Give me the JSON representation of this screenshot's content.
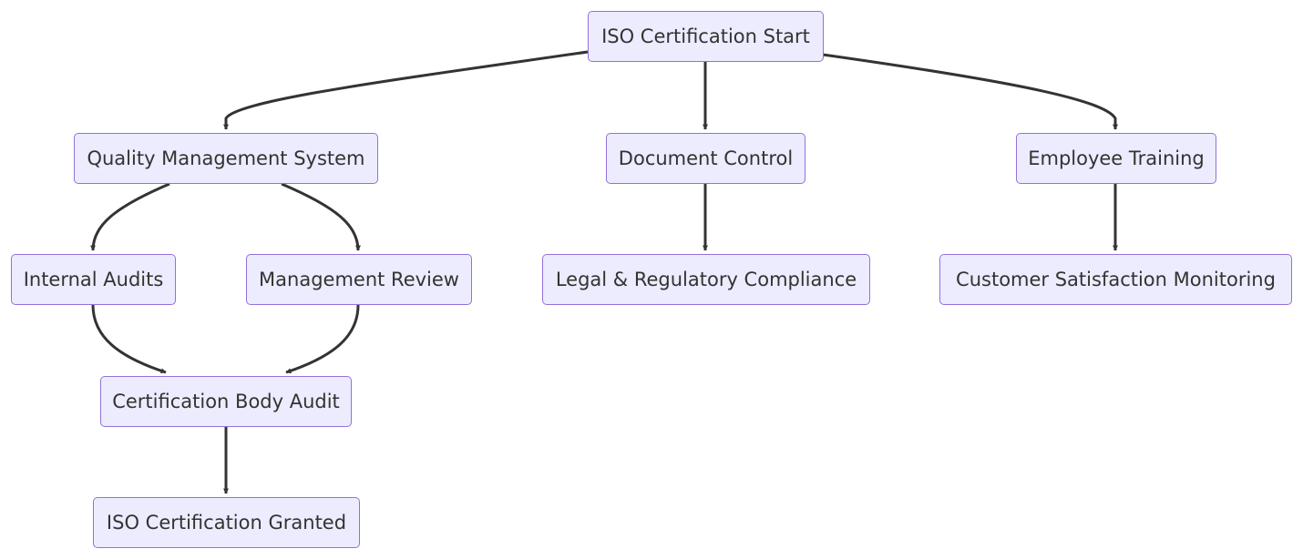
{
  "colors": {
    "node_fill": "#ececfe",
    "node_border": "#9370db",
    "edge": "#333333",
    "text": "#333333"
  },
  "nodes": {
    "iso_start": "ISO Certification Start",
    "qms": "Quality Management System",
    "doc_control": "Document Control",
    "emp_training": "Employee Training",
    "internal_audits": "Internal Audits",
    "mgmt_review": "Management Review",
    "legal": "Legal & Regulatory Compliance",
    "customer_sat": "Customer Satisfaction Monitoring",
    "cert_body_audit": "Certification Body Audit",
    "iso_granted": "ISO Certification Granted"
  },
  "edges": [
    {
      "from": "iso_start",
      "to": "qms"
    },
    {
      "from": "iso_start",
      "to": "doc_control"
    },
    {
      "from": "iso_start",
      "to": "emp_training"
    },
    {
      "from": "qms",
      "to": "internal_audits"
    },
    {
      "from": "qms",
      "to": "mgmt_review"
    },
    {
      "from": "doc_control",
      "to": "legal"
    },
    {
      "from": "emp_training",
      "to": "customer_sat"
    },
    {
      "from": "internal_audits",
      "to": "cert_body_audit"
    },
    {
      "from": "mgmt_review",
      "to": "cert_body_audit"
    },
    {
      "from": "cert_body_audit",
      "to": "iso_granted"
    }
  ]
}
